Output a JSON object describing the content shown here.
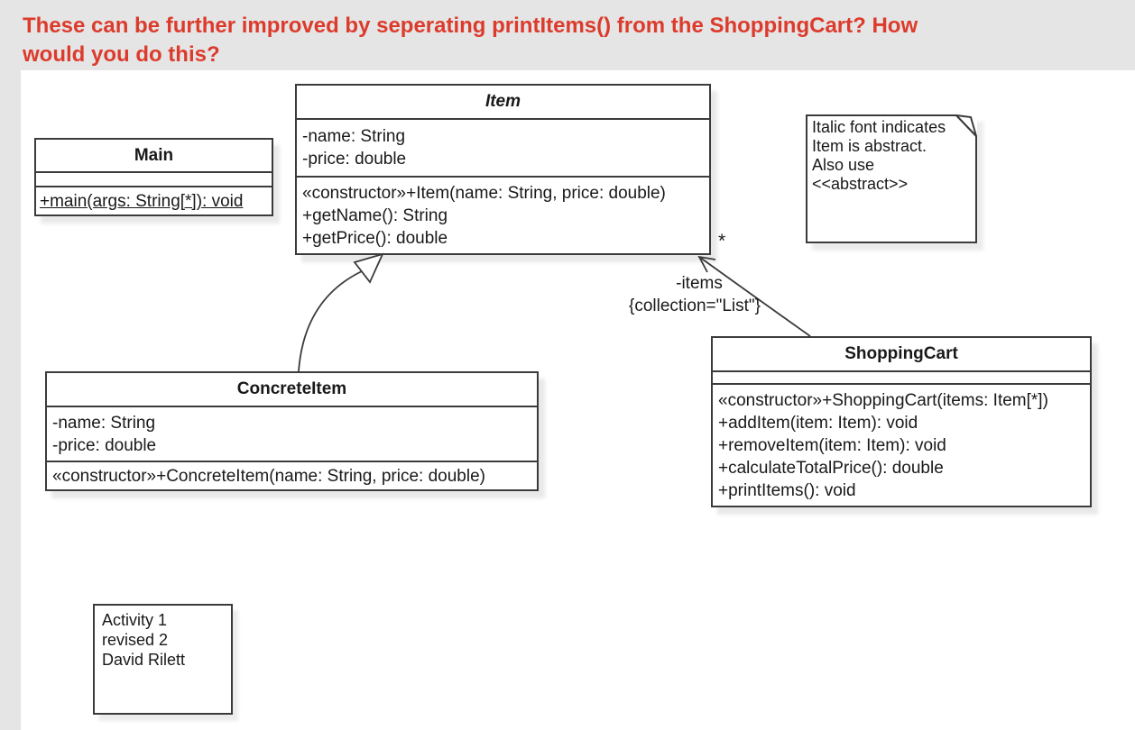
{
  "heading": {
    "lines": [
      "These can be further improved by seperating printItems() from the ShoppingCart?  How",
      "would you do this?"
    ]
  },
  "diagram": {
    "classes": {
      "main": {
        "title": "Main",
        "attributes": [],
        "operations": [
          "+main(args: String[*]): void"
        ]
      },
      "item": {
        "title": "Item",
        "abstract": true,
        "attributes": [
          "-name: String",
          "-price: double"
        ],
        "operations": [
          "«constructor»+Item(name: String, price: double)",
          "+getName(): String",
          "+getPrice(): double"
        ]
      },
      "concrete_item": {
        "title": "ConcreteItem",
        "attributes": [
          "-name: String",
          "-price: double"
        ],
        "operations": [
          "«constructor»+ConcreteItem(name: String, price: double)"
        ]
      },
      "shopping_cart": {
        "title": "ShoppingCart",
        "attributes": [],
        "operations": [
          "«constructor»+ShoppingCart(items: Item[*])",
          "+addItem(item: Item): void",
          "+removeItem(item: Item): void",
          "+calculateTotalPrice(): double",
          "+printItems(): void"
        ]
      }
    },
    "association": {
      "multiplicity": "*",
      "role_label": "-items",
      "constraint_label": "{collection=\"List\"}"
    },
    "note": {
      "lines": [
        "Italic font indicates",
        "Item is abstract.",
        "Also use",
        "<<abstract>>"
      ]
    },
    "activity_note": {
      "lines": [
        "Activity 1",
        "revised 2",
        "David Rilett"
      ]
    }
  },
  "colors": {
    "heading": "#dc3b2c",
    "background": "#e5e5e5",
    "canvas": "#ffffff",
    "stroke": "#3b3b3b",
    "text": "#191919"
  }
}
